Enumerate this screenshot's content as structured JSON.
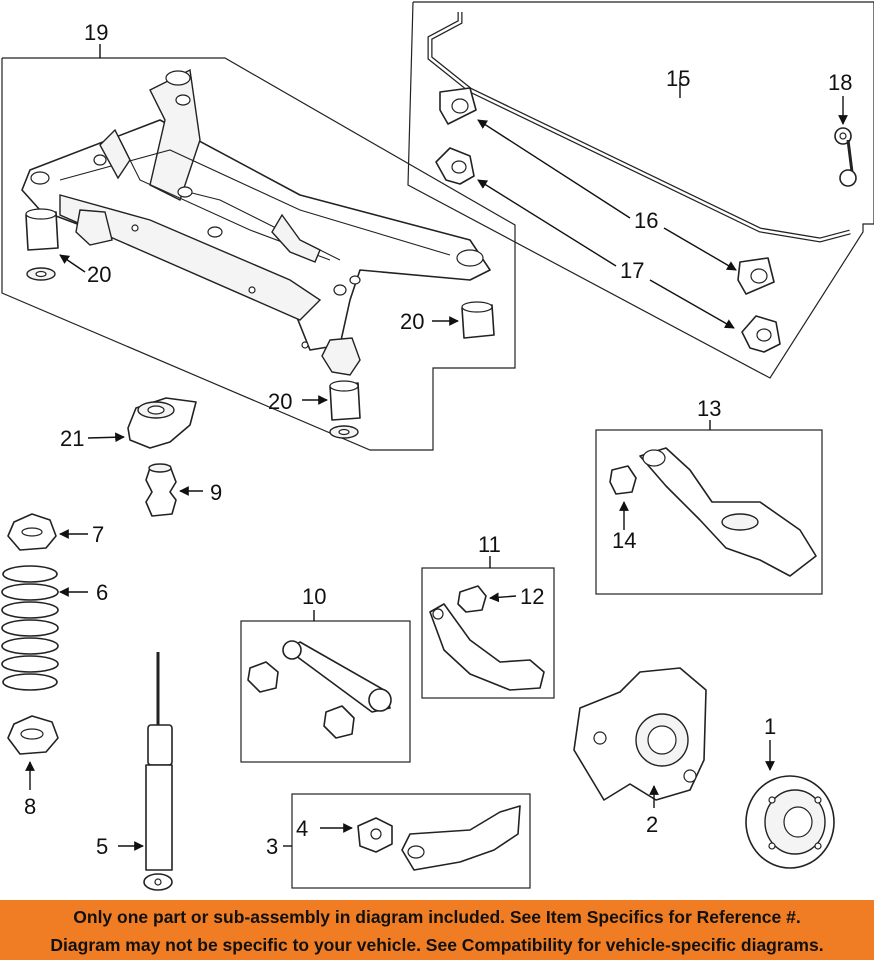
{
  "callouts": {
    "c1": "1",
    "c2": "2",
    "c3": "3",
    "c4": "4",
    "c5": "5",
    "c6": "6",
    "c7": "7",
    "c8": "8",
    "c9": "9",
    "c10": "10",
    "c11": "11",
    "c12": "12",
    "c13": "13",
    "c14": "14",
    "c15": "15",
    "c16": "16",
    "c17": "17",
    "c18": "18",
    "c19": "19",
    "c20": "20",
    "c21": "21"
  },
  "banner": {
    "line1": "Only one part or sub-assembly in diagram included. See Item Specifics for Reference #.",
    "line2": "Diagram may not be specific to your vehicle. See Compatibility for vehicle-specific diagrams."
  },
  "colors": {
    "banner_bg": "#f07d23",
    "line_art": "#222222",
    "background": "#ffffff"
  }
}
